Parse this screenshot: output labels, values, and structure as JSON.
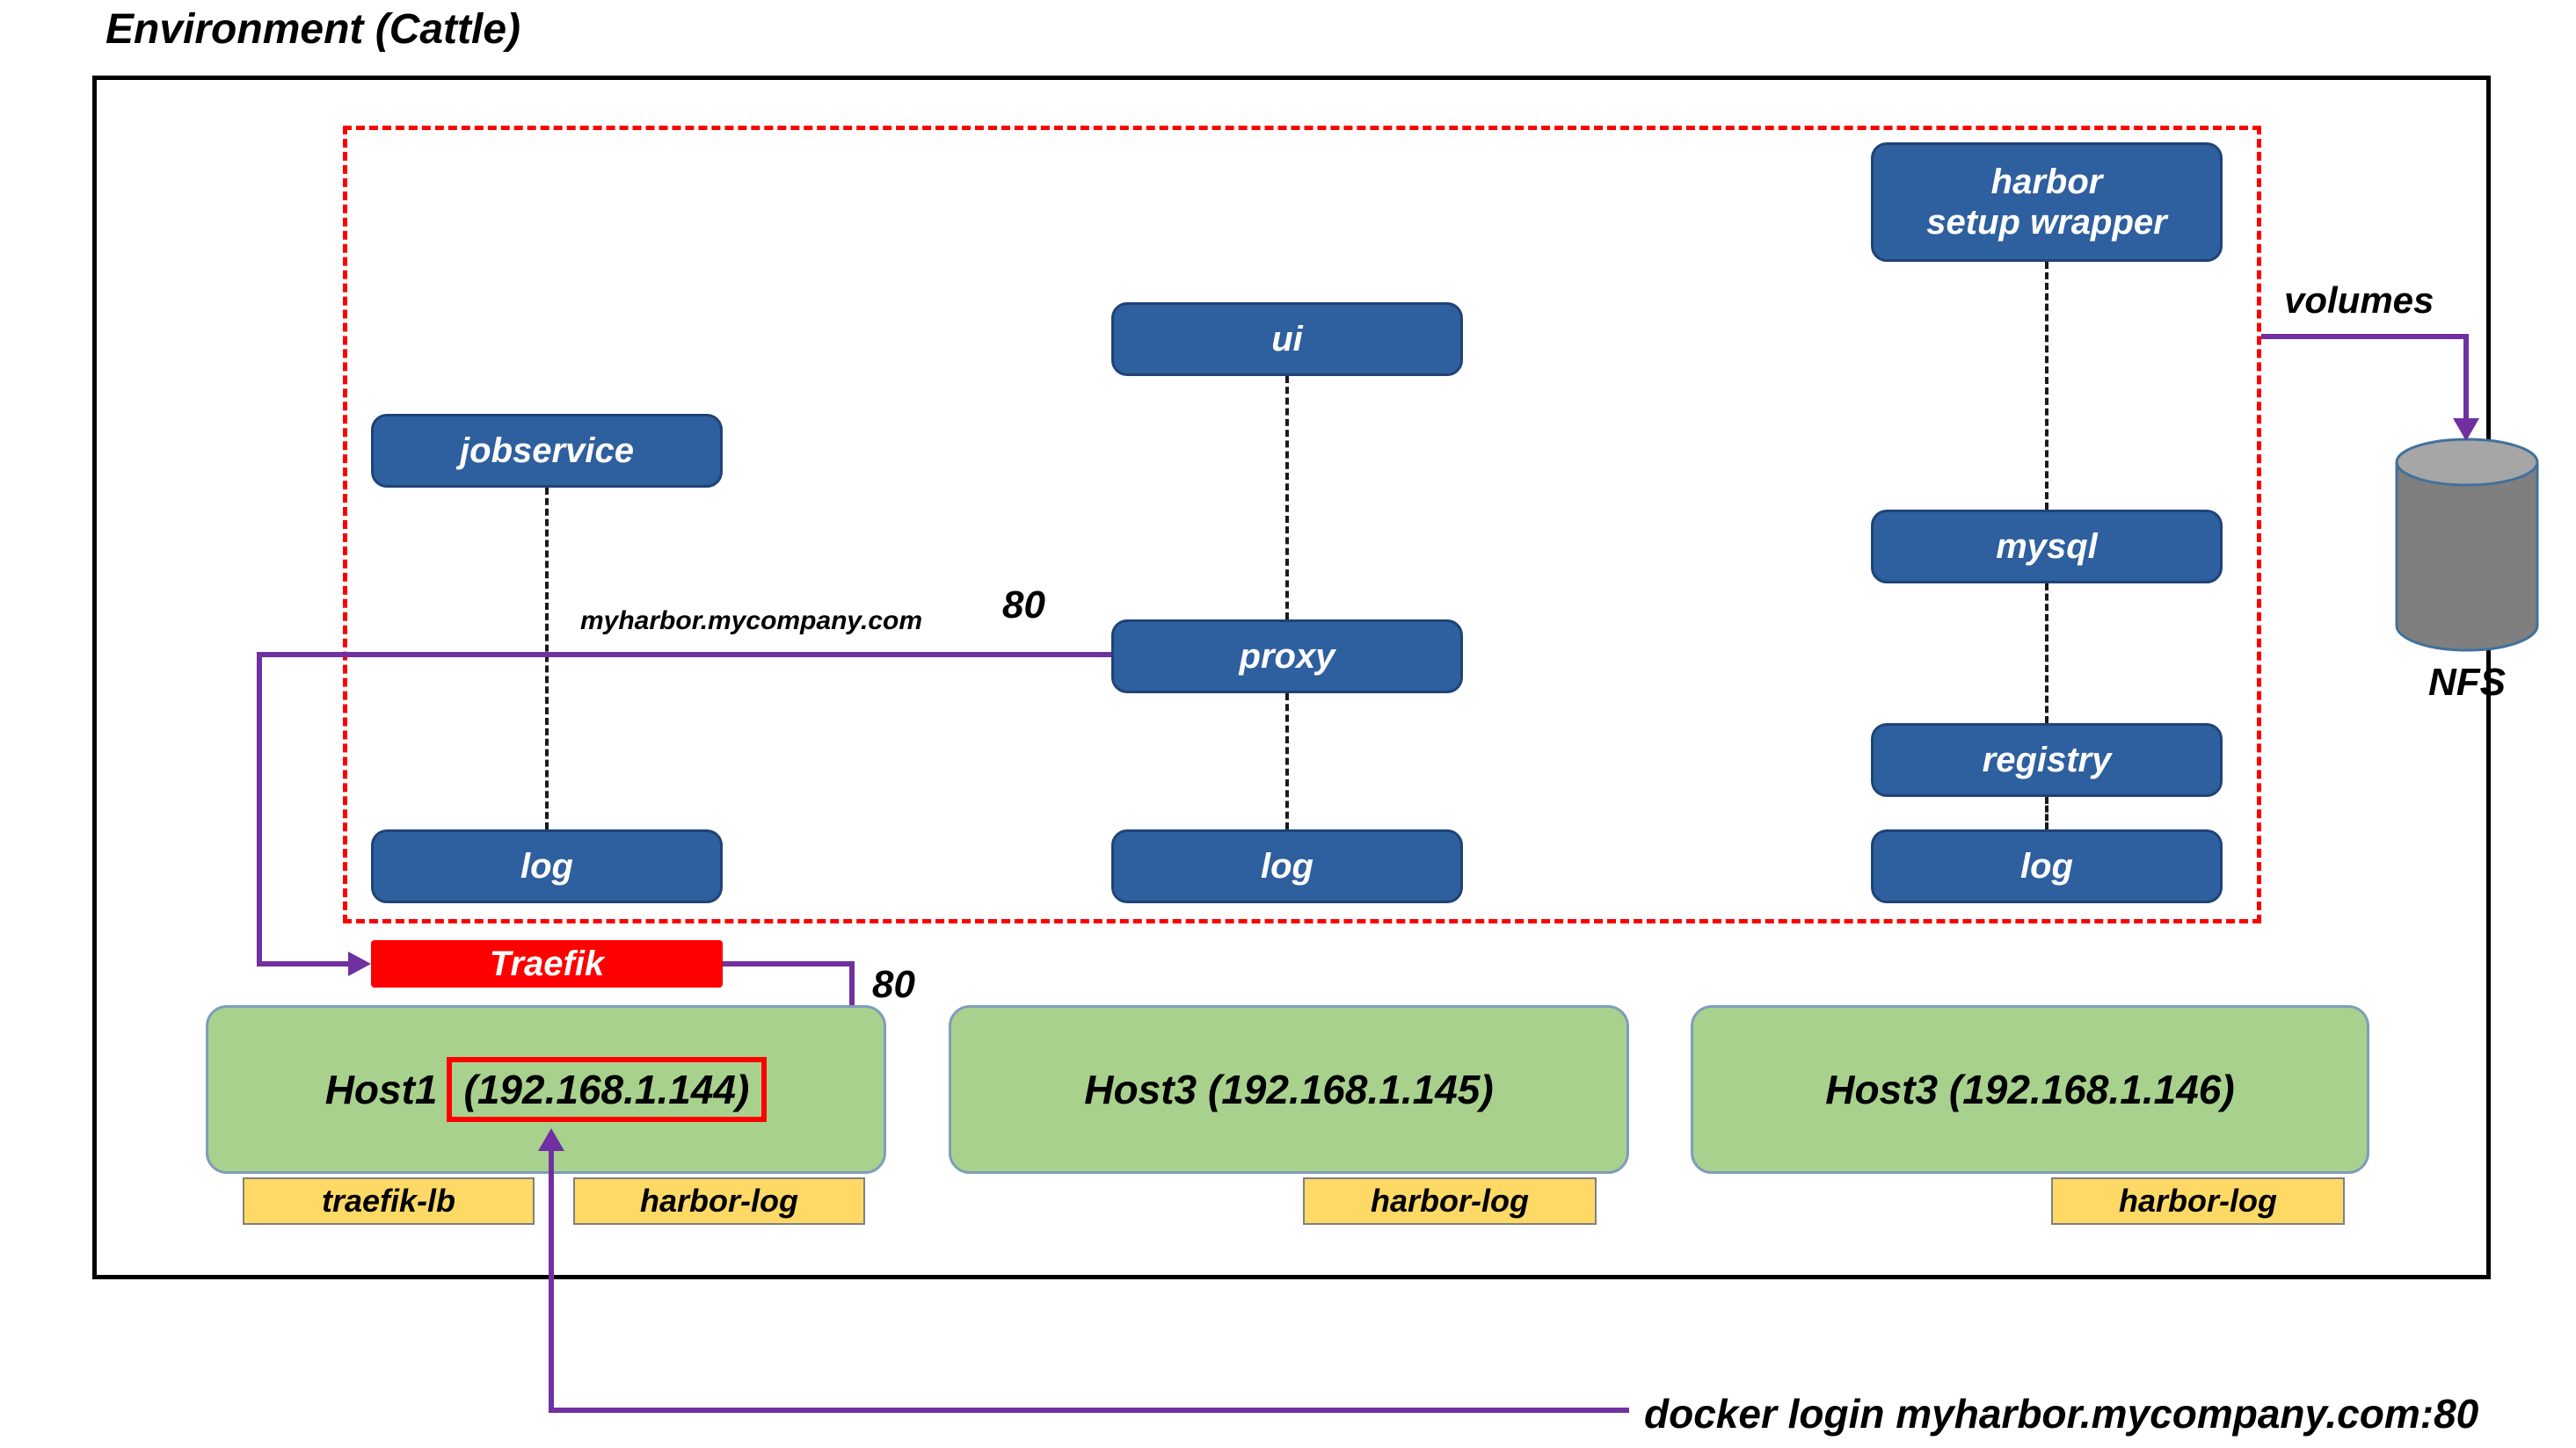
{
  "title": "Environment (Cattle)",
  "colors": {
    "service_blue": "#2e5f9e",
    "boundary_red": "#ff0000",
    "host_green": "#a9d18e",
    "tag_yellow": "#ffd966",
    "arrow_purple": "#7030a0",
    "cylinder_gray": "#7f7f7f"
  },
  "cluster": {
    "services": {
      "jobservice": "jobservice",
      "ui": "ui",
      "proxy": "proxy",
      "wrapper_line1": "harbor",
      "wrapper_line2": "setup wrapper",
      "mysql": "mysql",
      "registry": "registry",
      "log_left": "log",
      "log_middle": "log",
      "log_right": "log"
    }
  },
  "storage": {
    "volumes_label": "volumes",
    "nfs_label": "NFS"
  },
  "routing": {
    "domain": "myharbor.mycompany.com",
    "proxy_port": "80",
    "traefik_label": "Traefik",
    "traefik_port": "80"
  },
  "hosts": [
    {
      "name": "Host1",
      "ip_boxed": "(192.168.1.144)",
      "tags": [
        "traefik-lb",
        "harbor-log"
      ]
    },
    {
      "name": "Host3 (192.168.1.145)",
      "tags": [
        "harbor-log"
      ]
    },
    {
      "name": "Host3 (192.168.1.146)",
      "tags": [
        "harbor-log"
      ]
    }
  ],
  "annotations": {
    "docker_login": "docker login myharbor.mycompany.com:80"
  }
}
